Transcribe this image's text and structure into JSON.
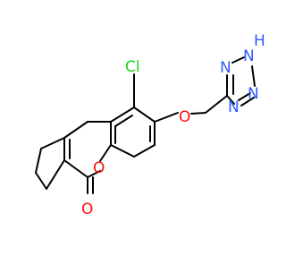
{
  "molecule": {
    "atom_labels": {
      "chlorine": "Cl",
      "ether_oxygen": "O",
      "ring_oxygen": "O",
      "carbonyl_oxygen": "O",
      "tetrazole_nh": "H",
      "tetrazole_n_top": "N",
      "tetrazole_n_right": "N",
      "tetrazole_n_lower": "N",
      "tetrazole_n_left": "N"
    },
    "colors": {
      "bond": "#000000",
      "chlorine": "#1fd01f",
      "oxygen": "#ff0d0d",
      "nitrogen": "#2e5bff"
    }
  }
}
